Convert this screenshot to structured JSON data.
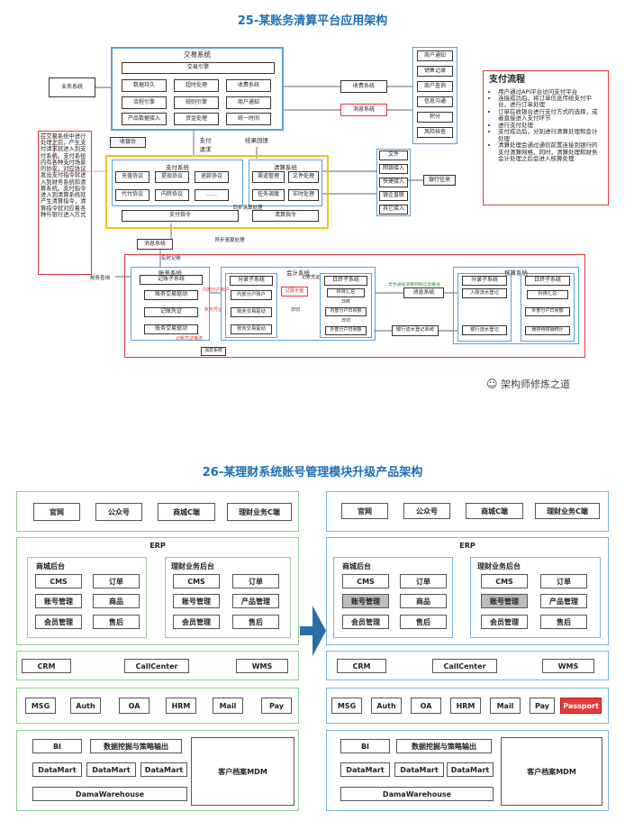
{
  "diagram1": {
    "title": "25-某账务清算平台应用架构",
    "business_system": "业务系统",
    "left_note": "在交易系统中进行处理之后，产生支付请求就进入到支付系统。支付系统内有各种支付场景的协议，对应协议发出支付指令就进入到财务系统和清算系统。支付指令进入到清算系统就产生清算指令，清算指令就对应着各种与银行进入方式",
    "trade_system": {
      "title": "交易系统",
      "engine": "交易引擎",
      "items": [
        "数据持久",
        "超时处理",
        "收费系统",
        "流程引擎",
        "规则引擎",
        "商户通知",
        "产品数据接入",
        "资金处理",
        "统一时间"
      ]
    },
    "charge_system": "收费系统",
    "message_system_top": "消息系统",
    "cashier": "收银台",
    "pay_request": "支付\n请求",
    "settle_reply": "结果回馈",
    "right_list": [
      "商户通知",
      "销售记录",
      "商户查询",
      "信息沟通",
      "积分",
      "风险核查"
    ],
    "pay_system": {
      "title": "支付系统",
      "items": [
        "充值协议",
        "提现协议",
        "退款协议",
        "代付协议",
        "内转协议",
        "……"
      ],
      "instruction": "支付指令"
    },
    "clearing_system": {
      "title": "清算系统",
      "items": [
        "渠道管理",
        "文件处理",
        "任务调度",
        "实时处理"
      ],
      "instruction": "清算指令"
    },
    "sync_pay_clear": "同步清算处理",
    "bank_interfaces": [
      "文件",
      "网银接入",
      "快捷接入",
      "银企直联",
      "其它接入"
    ],
    "bank_exchange": "银行往来",
    "message_system_mid": "消息系统",
    "async_clear": "异步清算处理",
    "realtime_bookkeeping": "实时记账",
    "account_system": {
      "title": "账务系统",
      "sub_title": "记账子系统",
      "items": [
        "账务交易驱动",
        "记账凭证",
        "账务交易驱动"
      ],
      "voucher": "账务凭证"
    },
    "account_query": "账务查询",
    "accounting_system": {
      "title": "会计系统",
      "sub_ledger": "分录子系统",
      "sub_items": [
        "内部分户账户",
        "账务交易驱动",
        "账务交易驱动"
      ],
      "daily_sub": "日终子系统",
      "daily_items": [
        "科目汇总",
        "日终",
        "内部分户日余额",
        "日切",
        "外部分户日余额"
      ],
      "trial_balance": "试算平衡",
      "daily_tag": "日切",
      "voucher_tag": "记账凭证"
    },
    "message_system_low": "消息系统",
    "push_text": "记账凭证推送",
    "bank_flow_register": "银行流水登记系统",
    "push_clearing": "异步通知清算到账信息推送",
    "checking_system": {
      "title": "核算系统",
      "sub_ledger": "分录子系统",
      "sub_items": [
        "入账流水登记",
        "银行流水登记"
      ],
      "daily_sub": "日终子系统",
      "daily_items": [
        "科目汇总",
        "外部分户日余额",
        "缓存待核销统计"
      ]
    },
    "internal_account_tag": "内部分户账户",
    "message_box_low": "消息系统",
    "pay_flow_title": "支付流程",
    "pay_flow_steps": [
      "用户通过API平台访问支付平台",
      "连接成功后，将订单信息传给支付平台，进行订单处理",
      "订单在收银台进行支付方式的选择，或者直接进入支付环节",
      "进行支付处理",
      "支付成功后，分别进行清算处理和会计处理",
      "清算处理会通过通信前置连接到银行的支付清算网格，同时，清算处理和财务会计处理之后会进入核算处理"
    ]
  },
  "watermark": "架构师修炼之道",
  "diagram2": {
    "title": "26-某理财系统账号管理模块升级产品架构",
    "channels": [
      "官网",
      "公众号",
      "商城C端",
      "理财业务C端"
    ],
    "erp_label": "ERP",
    "mall_title": "商城后台",
    "mall_items": [
      "CMS",
      "订单",
      "账号管理",
      "商品",
      "会员管理",
      "售后"
    ],
    "fin_title": "理财业务后台",
    "fin_items": [
      "CMS",
      "订单",
      "账号管理",
      "产品管理",
      "会员管理",
      "售后"
    ],
    "mid_row": [
      "CRM",
      "CallCenter",
      "WMS"
    ],
    "service_row": [
      "MSG",
      "Auth",
      "OA",
      "HRM",
      "Mail",
      "Pay"
    ],
    "passport": "Passport",
    "bi": "BI",
    "data_mining": "数据挖掘与策略输出",
    "datamarts": [
      "DataMart",
      "DataMart",
      "DataMart"
    ],
    "dw": "DamaWarehouse",
    "mdm": "客户档案MDM"
  },
  "colors": {
    "title": "#1d6fb8",
    "green": "#8fce8f",
    "blue": "#7ab6e0",
    "red": "#e23b3b",
    "yellow": "#f0c419",
    "arrow": "#2b6ea6"
  }
}
